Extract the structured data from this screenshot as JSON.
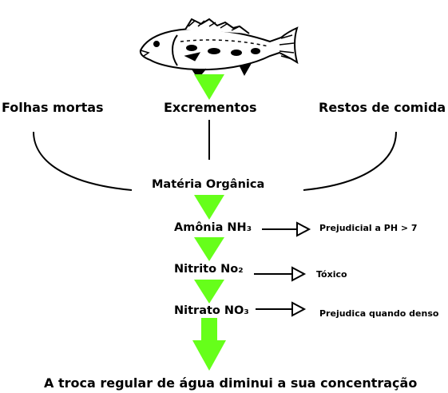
{
  "sources": {
    "left": "Folhas mortas",
    "center": "Excrementos",
    "right": "Restos de comida"
  },
  "hub": "Matéria Orgânica",
  "stages": [
    {
      "name": "Amônia NH₃",
      "effect": "Prejudicial a PH > 7"
    },
    {
      "name": "Nitrito No₂",
      "effect": "Tóxico"
    },
    {
      "name": "Nitrato NO₃",
      "effect": "Prejudica quando denso"
    }
  ],
  "conclusion": "A troca regular de água diminui a sua concentração",
  "colors": {
    "arrow": "#66ff1a",
    "line": "#000000"
  },
  "icons": {
    "fish": "fish-icon"
  }
}
